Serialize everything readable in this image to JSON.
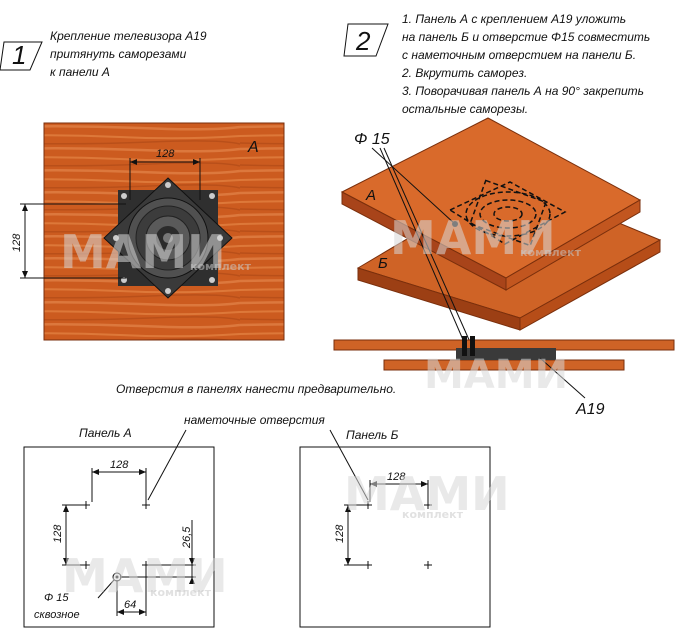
{
  "step1": {
    "number": "1",
    "lines": [
      "Крепление телевизора А19",
      "притянуть саморезами",
      "к панели А"
    ]
  },
  "step2": {
    "number": "2",
    "lines": [
      "1. Панель А с креплением А19 уложить",
      "на панель Б и отверстие Φ15 совместить",
      "с наметочным отверстием на панели Б.",
      "2. Вкрутить саморез.",
      "3. Поворачивая панель А на 90° закрепить",
      "остальные саморезы."
    ]
  },
  "panel_top": {
    "letter": "А",
    "dim_h": "128",
    "dim_v": "128"
  },
  "iso": {
    "hole_label": "Φ 15",
    "panel_a": "А",
    "panel_b": "Б",
    "part_label": "А19"
  },
  "note": "Отверстия в панелях нанести предварительно.",
  "marking_label": "наметочные отверстия",
  "panel_a_plan": {
    "title": "Панель А",
    "dim_top": "128",
    "dim_left": "128",
    "dim_right": "26,5",
    "dim_bottom": "64",
    "hole_label": "Φ 15",
    "hole_note": "сквозное"
  },
  "panel_b_plan": {
    "title": "Панель Б",
    "dim_top": "128",
    "dim_left": "128"
  },
  "watermark": {
    "brand": "МАМИ",
    "sub": "комплект"
  },
  "colors": {
    "wood": "#c9581d",
    "wood_light": "#e27a3b",
    "wood_dark": "#a8441a",
    "metal": "#3b3b3b"
  }
}
